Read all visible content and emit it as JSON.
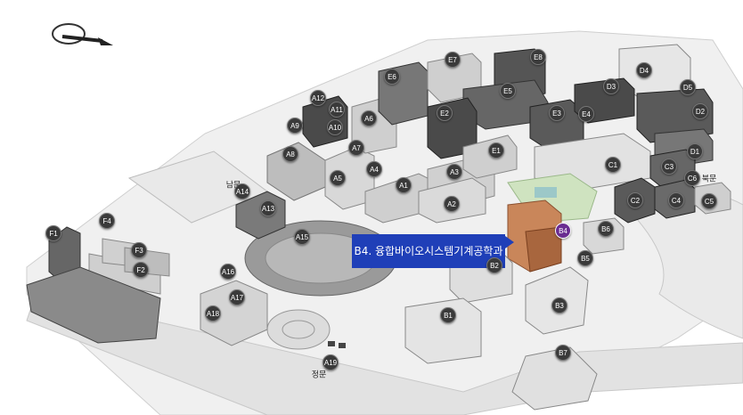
{
  "markers": [
    {
      "id": "A1",
      "label": "A1"
    },
    {
      "id": "A2",
      "label": "A2"
    },
    {
      "id": "A3",
      "label": "A3"
    },
    {
      "id": "A4",
      "label": "A4"
    },
    {
      "id": "A5",
      "label": "A5"
    },
    {
      "id": "A6",
      "label": "A6"
    },
    {
      "id": "A7",
      "label": "A7"
    },
    {
      "id": "A8",
      "label": "A8"
    },
    {
      "id": "A9",
      "label": "A9"
    },
    {
      "id": "A10",
      "label": "A10"
    },
    {
      "id": "A11",
      "label": "A11"
    },
    {
      "id": "A12",
      "label": "A12"
    },
    {
      "id": "A13",
      "label": "A13"
    },
    {
      "id": "A14",
      "label": "A14"
    },
    {
      "id": "A15",
      "label": "A15"
    },
    {
      "id": "A16",
      "label": "A16"
    },
    {
      "id": "A17",
      "label": "A17"
    },
    {
      "id": "A18",
      "label": "A18"
    },
    {
      "id": "A19",
      "label": "A19"
    },
    {
      "id": "B1",
      "label": "B1"
    },
    {
      "id": "B2",
      "label": "B2"
    },
    {
      "id": "B3",
      "label": "B3"
    },
    {
      "id": "B4",
      "label": "B4"
    },
    {
      "id": "B5",
      "label": "B5"
    },
    {
      "id": "B6",
      "label": "B6"
    },
    {
      "id": "B7",
      "label": "B7"
    },
    {
      "id": "C1",
      "label": "C1"
    },
    {
      "id": "C2",
      "label": "C2"
    },
    {
      "id": "C3",
      "label": "C3"
    },
    {
      "id": "C4",
      "label": "C4"
    },
    {
      "id": "C5",
      "label": "C5"
    },
    {
      "id": "C6",
      "label": "C6"
    },
    {
      "id": "D1",
      "label": "D1"
    },
    {
      "id": "D2",
      "label": "D2"
    },
    {
      "id": "D3",
      "label": "D3"
    },
    {
      "id": "D4",
      "label": "D4"
    },
    {
      "id": "D5",
      "label": "D5"
    },
    {
      "id": "E1",
      "label": "E1"
    },
    {
      "id": "E2",
      "label": "E2"
    },
    {
      "id": "E3",
      "label": "E3"
    },
    {
      "id": "E4",
      "label": "E4"
    },
    {
      "id": "E5",
      "label": "E5"
    },
    {
      "id": "E6",
      "label": "E6"
    },
    {
      "id": "E7",
      "label": "E7"
    },
    {
      "id": "E8",
      "label": "E8"
    },
    {
      "id": "F1",
      "label": "F1"
    },
    {
      "id": "F2",
      "label": "F2"
    },
    {
      "id": "F3",
      "label": "F3"
    },
    {
      "id": "F4",
      "label": "F4"
    }
  ],
  "gates": {
    "south_gate": "남문",
    "main_gate": "정문",
    "north_gate": "북문"
  },
  "callout": {
    "text": "B4. 융합바이오시스템기계공학과"
  },
  "active_marker": "B4",
  "colors": {
    "callout_bg": "#1f3fb8",
    "active_marker": "#6a2c91",
    "marker": "#3a3a3a",
    "highlight_building": "#c9865a"
  },
  "icons": {
    "compass": "compass-icon"
  }
}
